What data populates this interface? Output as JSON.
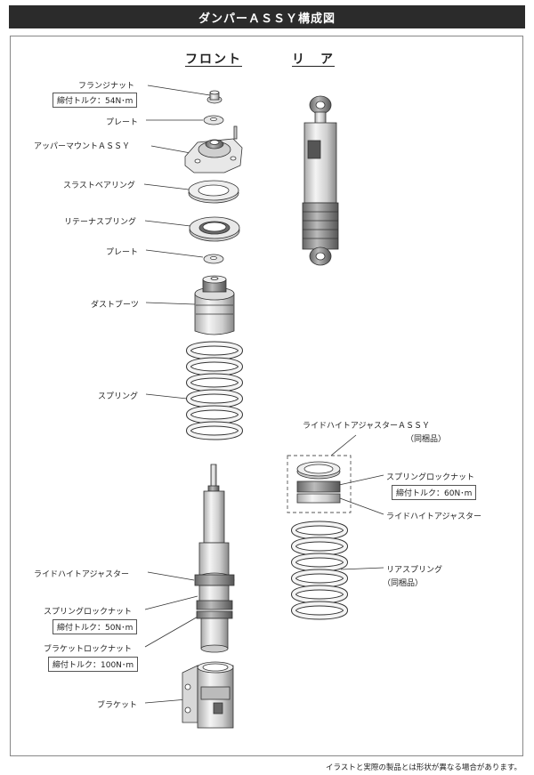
{
  "title": "ダンパーＡＳＳＹ構成図",
  "front_heading": "フロント",
  "rear_heading": "リ　ア",
  "front_parts": {
    "flange_nut": "フランジナット",
    "flange_nut_torque": "締付トルク：54N･m",
    "plate_upper": "プレート",
    "upper_mount": "アッパーマウントＡＳＳＹ",
    "thrust_bearing": "スラストベアリング",
    "retainer_spring": "リテーナスプリング",
    "plate_lower": "プレート",
    "dust_boot": "ダストブーツ",
    "spring": "スプリング",
    "ride_height_adjuster": "ライドハイトアジャスター",
    "spring_lock_nut": "スプリングロックナット",
    "spring_lock_nut_torque": "締付トルク：50N･m",
    "bracket_lock_nut": "ブラケットロックナット",
    "bracket_lock_nut_torque": "締付トルク：100N･m",
    "bracket": "ブラケット"
  },
  "rear_parts": {
    "ride_height_assy": "ライドハイトアジャスターＡＳＳＹ",
    "ride_height_assy_note": "（同梱品）",
    "spring_lock_nut": "スプリングロックナット",
    "spring_lock_nut_torque": "締付トルク：60N･m",
    "ride_height_adjuster": "ライドハイトアジャスター",
    "rear_spring": "リアスプリング",
    "rear_spring_note": "（同梱品）"
  },
  "footer_note": "イラストと実際の製品とは形状が異なる場合があります。"
}
